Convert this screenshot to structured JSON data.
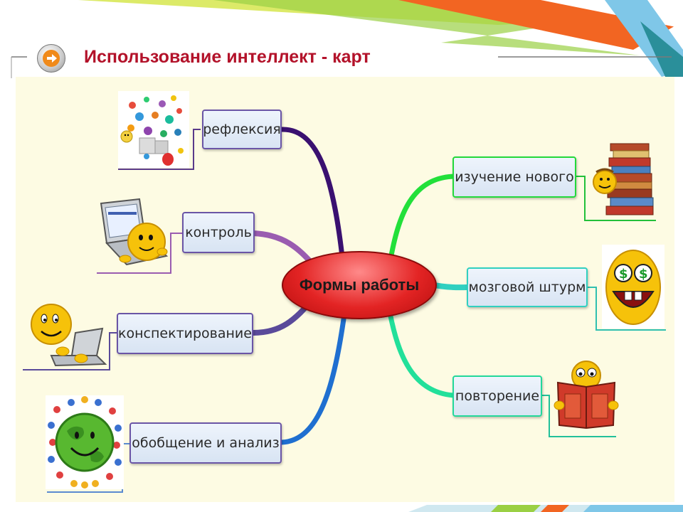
{
  "header": {
    "title": "Использование интеллект - карт",
    "arrow_icon": "arrow-right-circle-icon"
  },
  "mindmap": {
    "center": "Формы работы",
    "left_branches": [
      {
        "label": "рефлексия",
        "image": "color-balls-smiley-icon",
        "color": "#3a1070"
      },
      {
        "label": "контроль",
        "image": "laptop-smiley-icon",
        "color": "#9a5cb0"
      },
      {
        "label": "конспектирование",
        "image": "typing-smiley-icon",
        "color": "#5a4a9a"
      },
      {
        "label": "обобщение и анализ",
        "image": "globe-children-icon",
        "color": "#1f6fd0"
      }
    ],
    "right_branches": [
      {
        "label": "изучение нового",
        "image": "books-smiley-icon",
        "color": "#22e03a"
      },
      {
        "label": "мозговой штурм",
        "image": "dollar-eyes-smiley-icon",
        "color": "#30d0c0"
      },
      {
        "label": "повторение",
        "image": "reading-smiley-icon",
        "color": "#22e09a"
      }
    ]
  },
  "colors": {
    "title": "#b3122a",
    "center_fill": "#e32424",
    "panel": "#fdfbe3",
    "node_border": "#6a55a6"
  }
}
